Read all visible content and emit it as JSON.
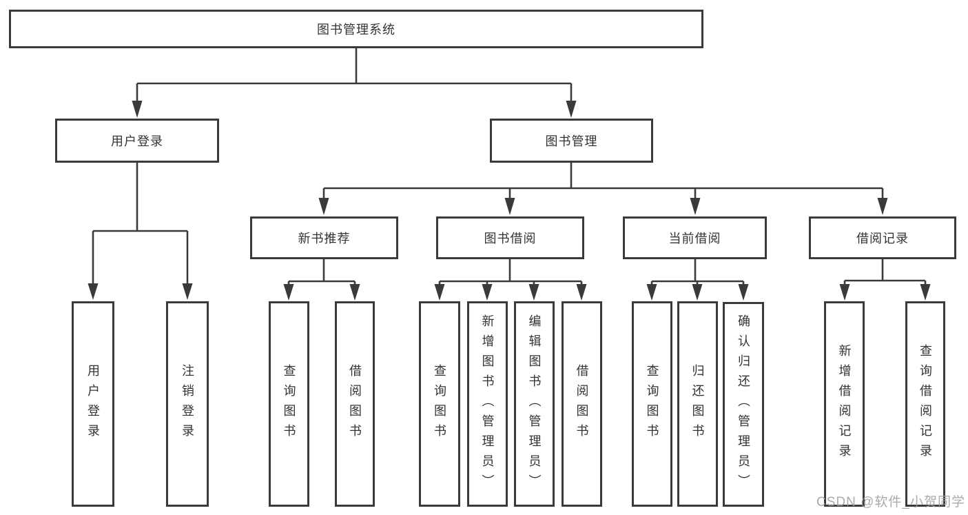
{
  "colors": {
    "line": "#3a3a3a",
    "box_border": "#3a3a3a",
    "text": "#333333",
    "background": "#ffffff",
    "watermark": "#9c9c9c"
  },
  "tree": {
    "root": {
      "label": "图书管理系统",
      "children": [
        {
          "label": "用户登录",
          "children": [
            {
              "label": "用户登录"
            },
            {
              "label": "注销登录"
            }
          ]
        },
        {
          "label": "图书管理",
          "children": [
            {
              "label": "新书推荐",
              "children": [
                {
                  "label": "查询图书"
                },
                {
                  "label": "借阅图书"
                }
              ]
            },
            {
              "label": "图书借阅",
              "children": [
                {
                  "label": "查询图书"
                },
                {
                  "label": "新增图书（管理员）"
                },
                {
                  "label": "编辑图书（管理员）"
                },
                {
                  "label": "借阅图书"
                }
              ]
            },
            {
              "label": "当前借阅",
              "children": [
                {
                  "label": "查询图书"
                },
                {
                  "label": "归还图书"
                },
                {
                  "label": "确认归还（管理员）"
                }
              ]
            },
            {
              "label": "借阅记录",
              "children": [
                {
                  "label": "新增借阅记录"
                },
                {
                  "label": "查询借阅记录"
                }
              ]
            }
          ]
        }
      ]
    }
  },
  "watermark": {
    "text": "CSDN @软件_小贺同学"
  }
}
